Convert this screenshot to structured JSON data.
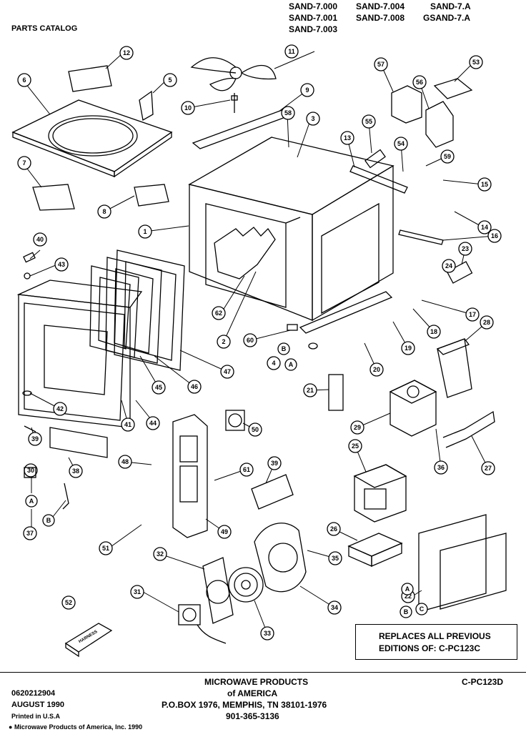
{
  "header": {
    "catalog_label": "PARTS CATALOG",
    "models": [
      [
        "SAND-7.000",
        "SAND-7.004",
        "SAND-7.A"
      ],
      [
        "SAND-7.001",
        "SAND-7.008",
        "GSAND-7.A"
      ],
      [
        "SAND-7.003",
        "",
        ""
      ]
    ]
  },
  "notice": {
    "line1": "REPLACES ALL PREVIOUS",
    "line2": "EDITIONS OF:  C-PC123C"
  },
  "footer": {
    "doc_number": "0620212904",
    "date": "AUGUST 1990",
    "printed": "Printed in U.S.A",
    "copyright": "Microwave Products of America, Inc. 1990",
    "company_line1": "MICROWAVE PRODUCTS",
    "company_line2": "of AMERICA",
    "address": "P.O.BOX 1976, MEMPHIS, TN 38101-1976",
    "phone": "901-365-3136",
    "catalog_code": "C-PC123D"
  },
  "callouts": [
    "1",
    "2",
    "3",
    "4",
    "5",
    "6",
    "7",
    "8",
    "9",
    "10",
    "11",
    "12",
    "13",
    "14",
    "15",
    "16",
    "17",
    "18",
    "19",
    "20",
    "21",
    "22",
    "23",
    "24",
    "25",
    "26",
    "27",
    "28",
    "29",
    "30",
    "31",
    "32",
    "33",
    "34",
    "35",
    "36",
    "37",
    "38",
    "39",
    "40",
    "41",
    "42",
    "43",
    "44",
    "45",
    "46",
    "47",
    "48",
    "49",
    "50",
    "51",
    "52",
    "53",
    "54",
    "55",
    "56",
    "57",
    "58",
    "59",
    "60",
    "61",
    "62",
    "A",
    "B",
    "C"
  ],
  "labels": {
    "harness": "HARNESS"
  }
}
